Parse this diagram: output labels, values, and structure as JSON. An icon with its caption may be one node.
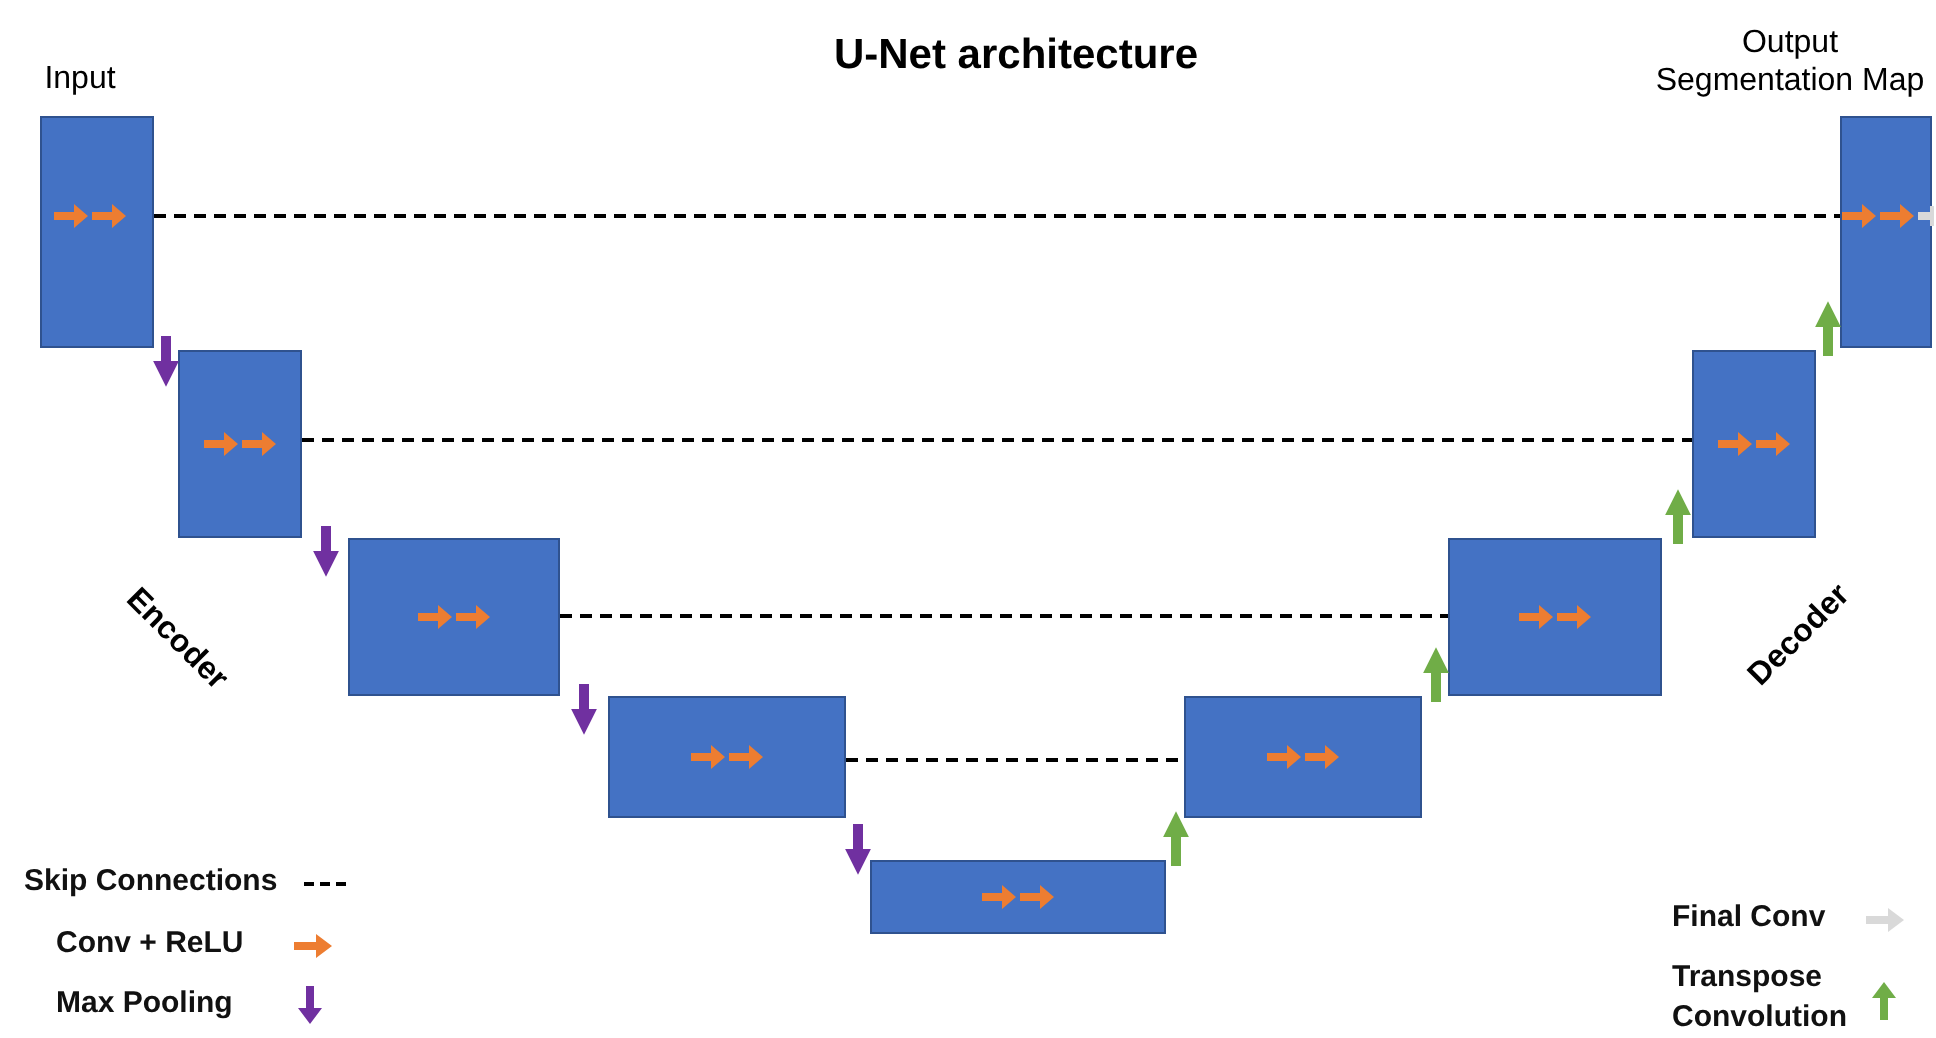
{
  "diagram": {
    "title": "U-Net architecture",
    "nodes": [
      {
        "text": [
          "Input"
        ]
      },
      {
        "text": [],
        "shape": "box"
      },
      {
        "text": [],
        "shape": "box"
      },
      {
        "text": [],
        "shape": "box"
      },
      {
        "text": [],
        "shape": "box"
      },
      {
        "text": [],
        "shape": "box"
      },
      {
        "text": [],
        "shape": "box"
      },
      {
        "text": [],
        "shape": "box"
      },
      {
        "text": [
          "Output Segmentation Map"
        ]
      }
    ],
    "edges": [
      {
        "from": 0,
        "to": 8,
        "arrow": "none",
        "style": "dashed"
      },
      {
        "from": 1,
        "to": 7,
        "arrow": "none",
        "style": "dashed"
      },
      {
        "from": 2,
        "to": 6,
        "arrow": "none",
        "style": "dashed"
      },
      {
        "from": 3,
        "to": 5,
        "arrow": "none",
        "style": "dashed"
      },
      {
        "from": 0,
        "to": 1,
        "arrow": "to",
        "color": "#7030a0"
      },
      {
        "from": 1,
        "to": 2,
        "arrow": "to",
        "color": "#7030a0"
      },
      {
        "from": 2,
        "to": 3,
        "arrow": "to",
        "color": "#7030a0"
      },
      {
        "from": 3,
        "to": 4,
        "arrow": "to",
        "color": "#7030a0"
      },
      {
        "from": 4,
        "to": 5,
        "arrow": "to",
        "color": "#70ad47"
      },
      {
        "from": 5,
        "to": 6,
        "arrow": "to",
        "color": "#70ad47"
      },
      {
        "from": 6,
        "to": 7,
        "arrow": "to",
        "color": "#70ad47"
      },
      {
        "from": 7,
        "to": 8,
        "arrow": "to",
        "color": "#70ad47"
      }
    ],
    "labels": [
      "Encoder",
      "Decoder"
    ],
    "legend": [
      {
        "text": "Skip Connections"
      },
      {
        "text": "Conv + ReLU"
      },
      {
        "text": "Max Pooling"
      },
      {
        "text": "Final Conv"
      },
      {
        "text": "Transpose Convolution"
      }
    ]
  }
}
